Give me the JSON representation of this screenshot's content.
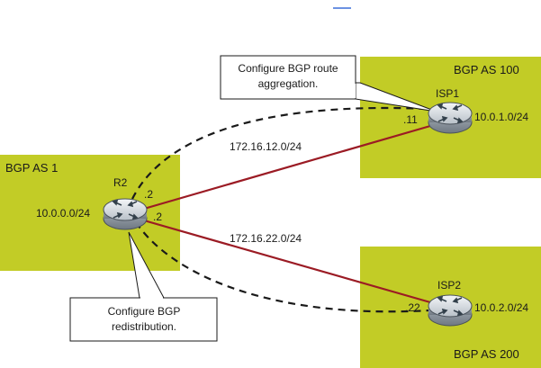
{
  "top_link": "",
  "zones": {
    "as1": {
      "label": "BGP AS 1",
      "color": "#c2cc26"
    },
    "as100": {
      "label": "BGP AS 100",
      "color": "#c2cc26"
    },
    "as200": {
      "label": "BGP AS 200",
      "color": "#c2cc26"
    }
  },
  "routers": {
    "r2": {
      "name": "R2",
      "network": "10.0.0.0/24",
      "port_top": ".2",
      "port_bottom": ".2"
    },
    "isp1": {
      "name": "ISP1",
      "network": "10.0.1.0/24",
      "port": ".11"
    },
    "isp2": {
      "name": "ISP2",
      "network": "10.0.2.0/24",
      "port": ".22"
    }
  },
  "links": {
    "r2_isp1": {
      "subnet": "172.16.12.0/24",
      "color": "#9b1b24"
    },
    "r2_isp2": {
      "subnet": "172.16.22.0/24",
      "color": "#9b1b24"
    }
  },
  "callouts": {
    "aggregation": {
      "line1": "Configure BGP route",
      "line2": "aggregation."
    },
    "redistribution": {
      "line1": "Configure BGP",
      "line2": "redistribution."
    }
  },
  "icons": {
    "router": "router-icon"
  }
}
